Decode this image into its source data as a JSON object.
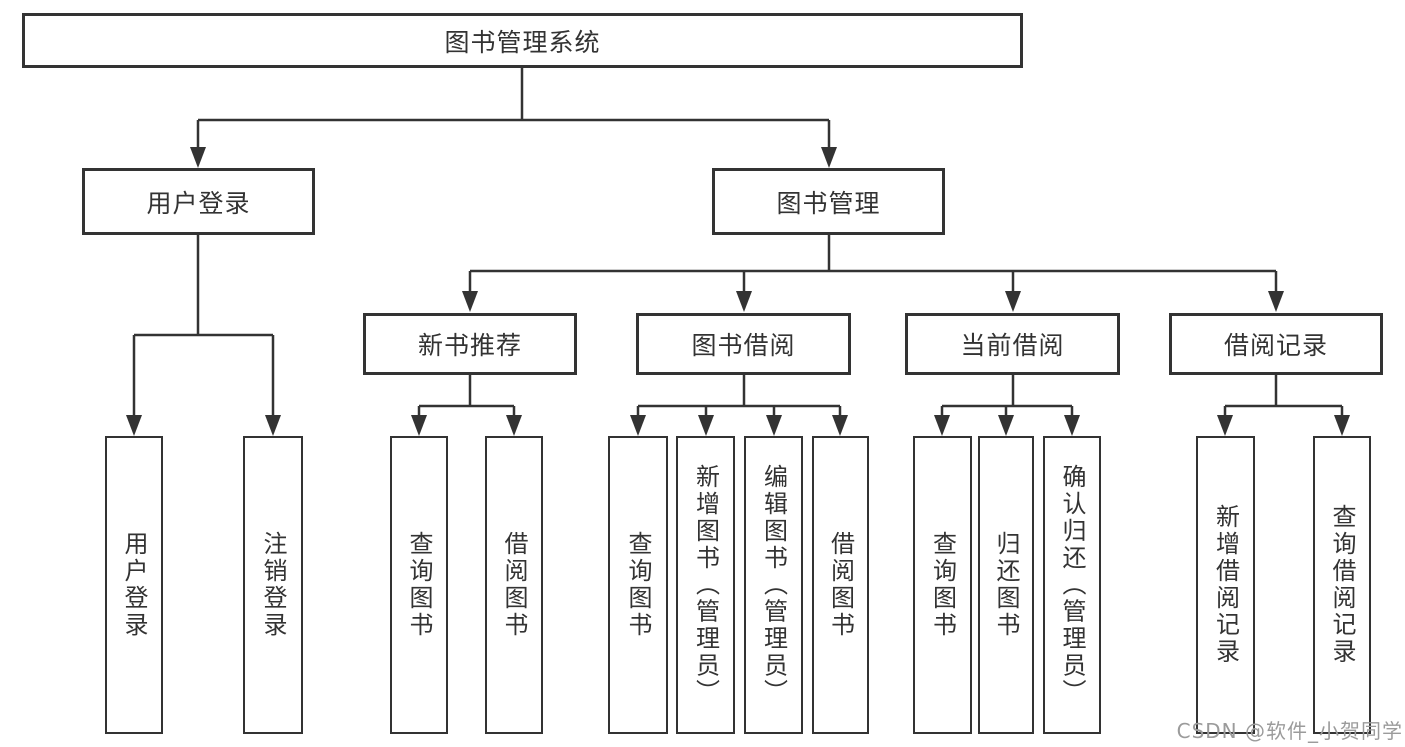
{
  "root": {
    "label": "图书管理系统"
  },
  "level2": [
    {
      "label": "用户登录"
    },
    {
      "label": "图书管理"
    }
  ],
  "level3": [
    {
      "label": "新书推荐"
    },
    {
      "label": "图书借阅"
    },
    {
      "label": "当前借阅"
    },
    {
      "label": "借阅记录"
    }
  ],
  "leaves": [
    {
      "label": "用户登录"
    },
    {
      "label": "注销登录"
    },
    {
      "label": "查询图书"
    },
    {
      "label": "借阅图书"
    },
    {
      "label": "查询图书"
    },
    {
      "label": "新增图书（管理员）"
    },
    {
      "label": "编辑图书（管理员）"
    },
    {
      "label": "借阅图书"
    },
    {
      "label": "查询图书"
    },
    {
      "label": "归还图书"
    },
    {
      "label": "确认归还（管理员）"
    },
    {
      "label": "新增借阅记录"
    },
    {
      "label": "查询借阅记录"
    }
  ],
  "watermark": "CSDN @软件_小贺同学",
  "colors": {
    "line": "#333333",
    "text": "#333333",
    "box_background": "#ffffff",
    "watermark": "#9b9b9b",
    "background": "#ffffff"
  }
}
